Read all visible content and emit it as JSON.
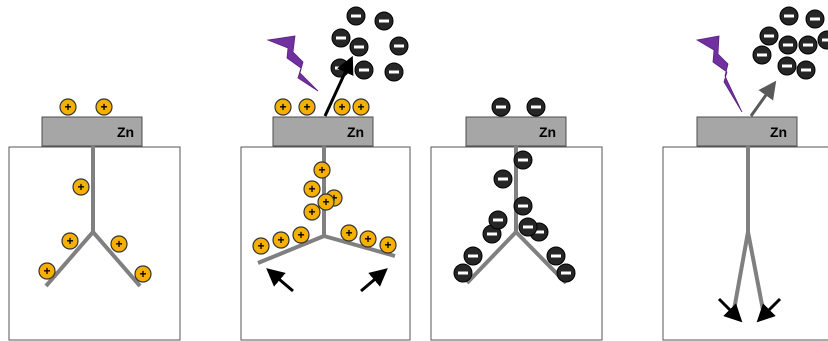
{
  "metal_label": "Zn",
  "positive_sign": "+",
  "colors": {
    "positive_charge": "#f5b000",
    "negative_charge": "#262626",
    "light_bolt": "#7030a0",
    "plate": "#a6a6a6"
  },
  "panels": [
    {
      "id": "panel-1"
    },
    {
      "id": "panel-2"
    },
    {
      "id": "panel-3"
    },
    {
      "id": "panel-4"
    }
  ]
}
